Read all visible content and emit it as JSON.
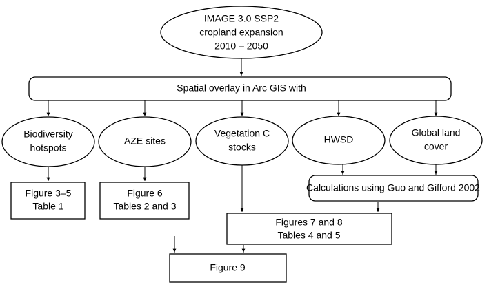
{
  "diagram": {
    "source": {
      "lines": [
        "IMAGE 3.0 SSP2",
        "cropland expansion",
        "2010 – 2050"
      ]
    },
    "overlay": {
      "label": "Spatial overlay in Arc GIS with"
    },
    "layers": [
      {
        "lines": [
          "Biodiversity",
          "hotspots"
        ]
      },
      {
        "lines": [
          "AZE sites"
        ]
      },
      {
        "lines": [
          "Vegetation C",
          "stocks"
        ]
      },
      {
        "lines": [
          "HWSD"
        ]
      },
      {
        "lines": [
          "Global land",
          "cover"
        ]
      }
    ],
    "calculation": {
      "label": "Calculations using Guo and Gifford 2002"
    },
    "outputs": [
      {
        "lines": [
          "Figure 3–5",
          "Table 1"
        ]
      },
      {
        "lines": [
          "Figure 6",
          "Tables 2 and 3"
        ]
      },
      {
        "lines": [
          "Figures 7 and 8",
          "Tables 4 and 5"
        ]
      },
      {
        "lines": [
          "Figure 9"
        ]
      }
    ]
  }
}
